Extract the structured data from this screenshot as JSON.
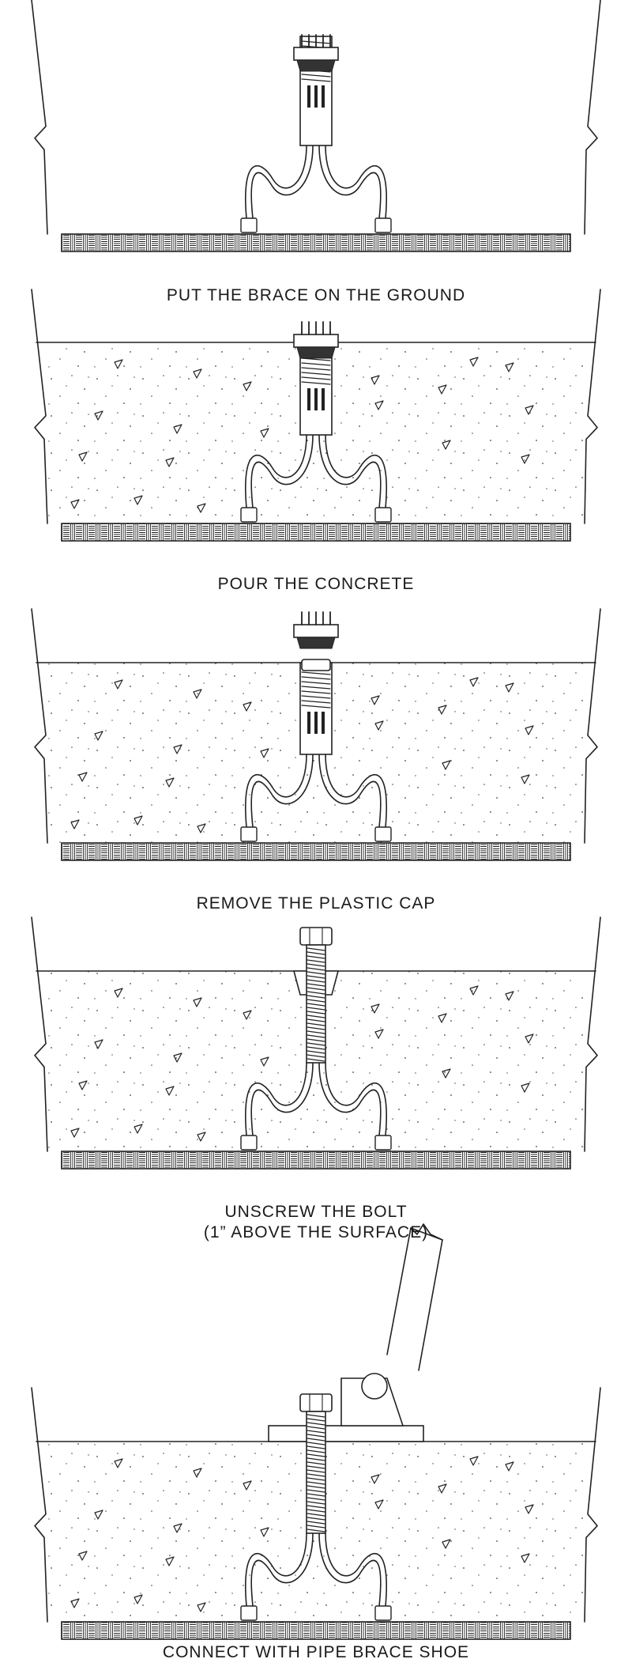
{
  "steps": [
    {
      "id": "step1",
      "caption": [
        "PUT THE BRACE ON THE GROUND"
      ]
    },
    {
      "id": "step2",
      "caption": [
        "POUR THE CONCRETE"
      ]
    },
    {
      "id": "step3",
      "caption": [
        "REMOVE THE PLASTIC CAP"
      ]
    },
    {
      "id": "step4",
      "caption": [
        "UNSCREW THE BOLT",
        "(1” ABOVE THE SURFACE)"
      ]
    },
    {
      "id": "step5",
      "caption": [
        "CONNECT WITH PIPE BRACE SHOE"
      ]
    }
  ],
  "colors": {
    "line": "#222222",
    "background": "#ffffff"
  }
}
